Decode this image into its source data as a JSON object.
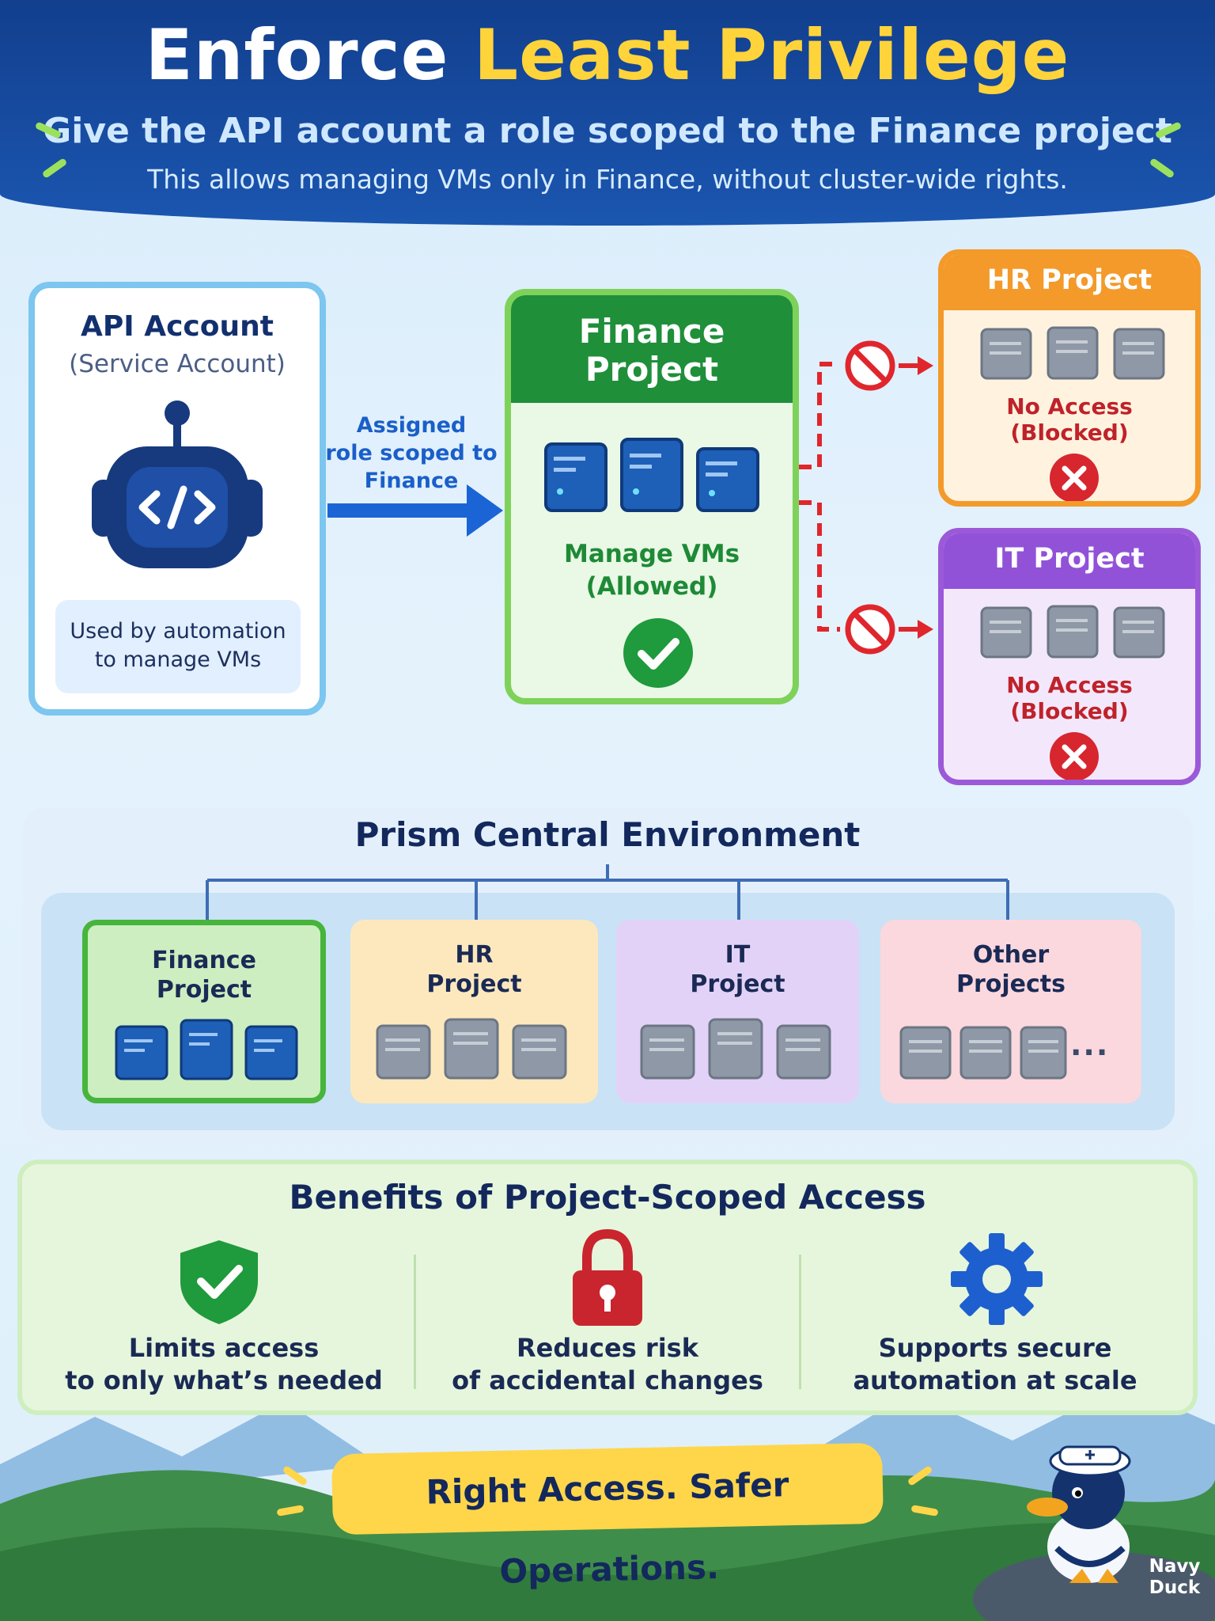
{
  "header": {
    "title_main": "Enforce",
    "title_accent": "Least Privilege",
    "subtitle": "Give the API account a role scoped to the Finance project",
    "description": "This allows managing VMs only in Finance, without cluster-wide rights."
  },
  "api_account": {
    "title": "API Account",
    "subtitle": "(Service Account)",
    "note_line1": "Used by automation",
    "note_line2": "to manage VMs"
  },
  "assignment": {
    "line1": "Assigned",
    "line2": "role scoped to",
    "line3": "Finance"
  },
  "finance": {
    "title_line1": "Finance",
    "title_line2": "Project",
    "status_line1": "Manage VMs",
    "status_line2": "(Allowed)"
  },
  "hr": {
    "title": "HR Project",
    "status_line1": "No Access",
    "status_line2": "(Blocked)"
  },
  "it": {
    "title": "IT Project",
    "status_line1": "No Access",
    "status_line2": "(Blocked)"
  },
  "environment": {
    "title": "Prism Central Environment",
    "projects": [
      {
        "line1": "Finance",
        "line2": "Project"
      },
      {
        "line1": "HR",
        "line2": "Project"
      },
      {
        "line1": "IT",
        "line2": "Project"
      },
      {
        "line1": "Other",
        "line2": "Projects"
      }
    ],
    "more": "..."
  },
  "benefits": {
    "title": "Benefits of Project-Scoped Access",
    "items": [
      {
        "line1": "Limits access",
        "line2": "to only what’s needed",
        "icon": "shield-check-icon"
      },
      {
        "line1": "Reduces risk",
        "line2": "of accidental changes",
        "icon": "padlock-icon"
      },
      {
        "line1": "Supports secure",
        "line2": "automation at scale",
        "icon": "gear-icon"
      }
    ]
  },
  "footer": {
    "tagline": "Right Access. Safer Operations.",
    "mascot_line1": "Navy",
    "mascot_line2": "Duck"
  },
  "colors": {
    "header_blue": "#123f8e",
    "accent_yellow": "#ffd43b",
    "allowed_green": "#1f8f3a",
    "blocked_red": "#d7262e",
    "hr_orange": "#f39a2a",
    "it_purple": "#9152d8"
  }
}
